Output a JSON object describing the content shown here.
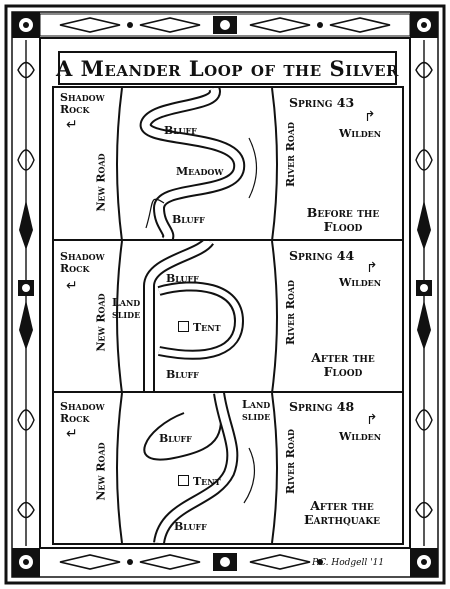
{
  "title": "A Meander Loop of the Silver",
  "signature": "P.C. Hodgell '11",
  "icons": [
    "arrow-left-icon",
    "arrow-right-icon",
    "tent-icon"
  ],
  "panels": [
    {
      "season": "Spring 43",
      "west_place": "Shadow Rock",
      "east_place": "Wilden",
      "west_road": "New Road",
      "east_road": "River Road",
      "labels": [
        "Bluff",
        "Meadow",
        "Bluff"
      ],
      "caption": "Before the Flood"
    },
    {
      "season": "Spring 44",
      "west_place": "Shadow Rock",
      "east_place": "Wilden",
      "west_road": "New Road",
      "east_road": "River Road",
      "labels": [
        "Bluff",
        "Land slide",
        "Tent",
        "Bluff"
      ],
      "caption": "After the Flood"
    },
    {
      "season": "Spring 48",
      "west_place": "Shadow Rock",
      "east_place": "Wilden",
      "west_road": "New Road",
      "east_road": "River Road",
      "labels": [
        "Land slide",
        "Bluff",
        "Tent",
        "Bluff"
      ],
      "caption": "After the Earthquake"
    }
  ]
}
